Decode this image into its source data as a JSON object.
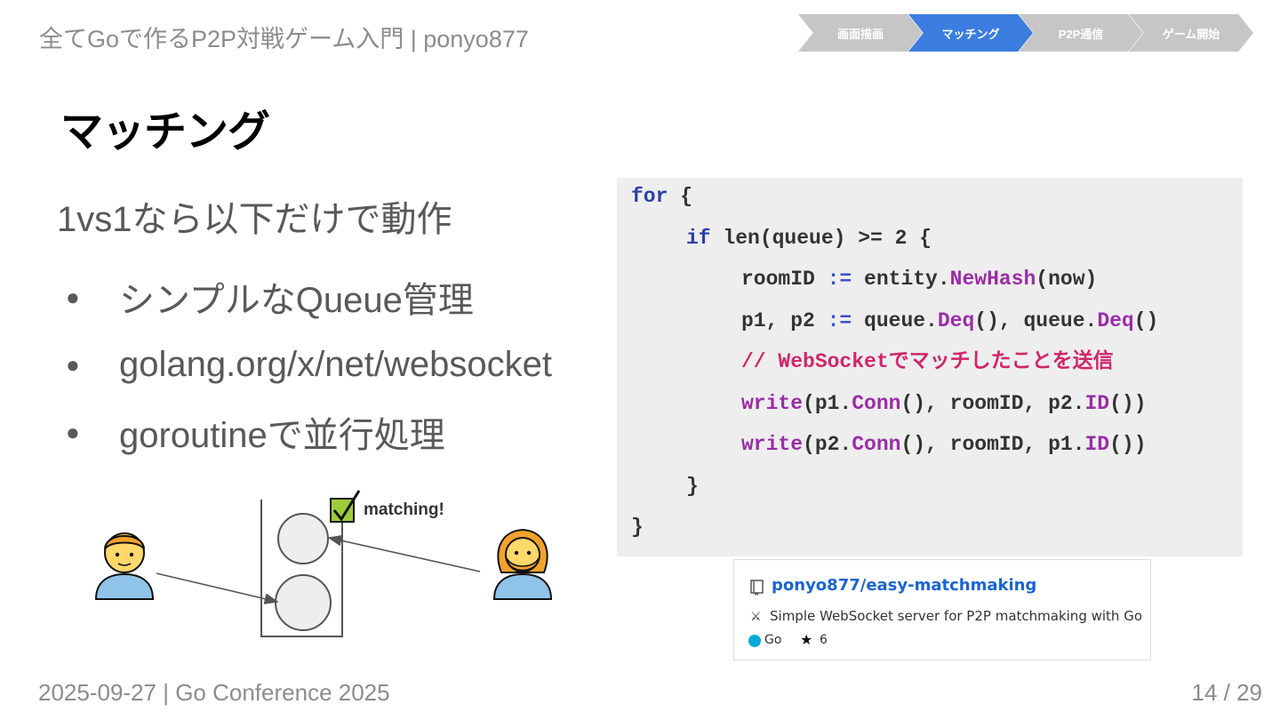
{
  "header": {
    "title": "全てGoで作るP2P対戦ゲーム入門 | ponyo877",
    "steps": [
      {
        "label": "画面描画",
        "active": false
      },
      {
        "label": "マッチング",
        "active": true
      },
      {
        "label": "P2P通信",
        "active": false
      },
      {
        "label": "ゲーム開始",
        "active": false
      }
    ]
  },
  "slide": {
    "title": "マッチング",
    "lead": "1vs1なら以下だけで動作",
    "bullets": [
      "シンプルなQueue管理",
      "golang.org/x/net/websocket",
      "goroutineで並行処理"
    ],
    "bullet_glyph": "●"
  },
  "diagram": {
    "matching_label": "matching!",
    "checkmark_color": "#9ccc3c"
  },
  "code": {
    "lines": [
      [
        {
          "t": "for",
          "c": "kw"
        },
        {
          "t": " {",
          "c": ""
        }
      ],
      [
        {
          "t": "if",
          "c": "kw"
        },
        {
          "t": " len(queue) >= 2 {",
          "c": ""
        }
      ],
      [
        {
          "t": "roomID ",
          "c": ""
        },
        {
          "t": ":=",
          "c": "op"
        },
        {
          "t": " entity.",
          "c": ""
        },
        {
          "t": "NewHash",
          "c": "fn"
        },
        {
          "t": "(now)",
          "c": ""
        }
      ],
      [
        {
          "t": "p1, p2 ",
          "c": ""
        },
        {
          "t": ":=",
          "c": "op"
        },
        {
          "t": " queue.",
          "c": ""
        },
        {
          "t": "Deq",
          "c": "fn"
        },
        {
          "t": "(), queue.",
          "c": ""
        },
        {
          "t": "Deq",
          "c": "fn"
        },
        {
          "t": "()",
          "c": ""
        }
      ],
      [
        {
          "t": "// WebSocketでマッチしたことを送信",
          "c": "cm"
        }
      ],
      [
        {
          "t": "write",
          "c": "fn"
        },
        {
          "t": "(p1.",
          "c": ""
        },
        {
          "t": "Conn",
          "c": "fn"
        },
        {
          "t": "(), roomID, p2.",
          "c": ""
        },
        {
          "t": "ID",
          "c": "fn"
        },
        {
          "t": "())",
          "c": ""
        }
      ],
      [
        {
          "t": "write",
          "c": "fn"
        },
        {
          "t": "(p2.",
          "c": ""
        },
        {
          "t": "Conn",
          "c": "fn"
        },
        {
          "t": "(), roomID, p1.",
          "c": ""
        },
        {
          "t": "ID",
          "c": "fn"
        },
        {
          "t": "())",
          "c": ""
        }
      ],
      [
        {
          "t": "}",
          "c": ""
        }
      ],
      [
        {
          "t": "}",
          "c": ""
        }
      ]
    ],
    "indents": [
      0,
      1,
      2,
      2,
      2,
      2,
      2,
      1,
      0
    ]
  },
  "repo": {
    "name": "ponyo877/easy-matchmaking",
    "description_icon": "⚔",
    "description": "Simple WebSocket server for P2P matchmaking with Go ⚔",
    "language": "Go",
    "language_color": "#00acd7",
    "star_icon": "★",
    "stars": "6"
  },
  "footer": {
    "date_event": "2025-09-27 | Go Conference 2025",
    "page": "14 / 29"
  },
  "colors": {
    "step_active": "#3b7de0",
    "step_inactive": "#c6c6c6",
    "code_bg": "#eeeeee",
    "keyword": "#2b3ea8",
    "function": "#9b2ca8",
    "comment": "#d1266b"
  }
}
